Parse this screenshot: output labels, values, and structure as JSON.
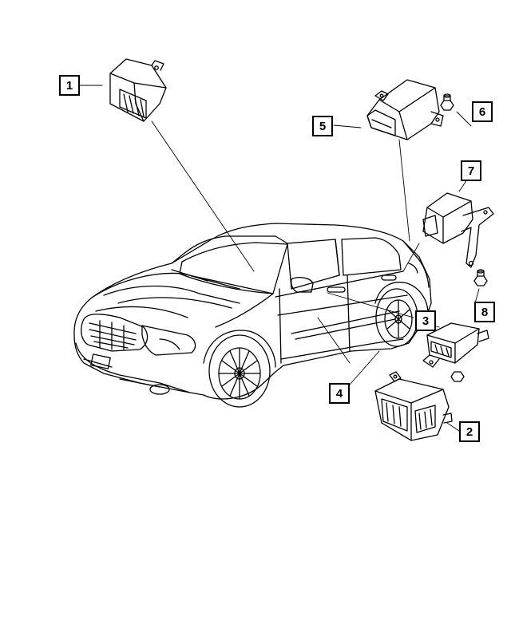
{
  "callouts": {
    "c1": "1",
    "c2": "2",
    "c3": "3",
    "c4": "4",
    "c5": "5",
    "c6": "6",
    "c7": "7",
    "c8": "8"
  },
  "parts": [
    "module-1",
    "module-2",
    "module-3",
    "module-4",
    "module-5",
    "nut-6",
    "module-7",
    "nut-8"
  ],
  "colors": {
    "line": "#000000",
    "background": "#ffffff"
  }
}
